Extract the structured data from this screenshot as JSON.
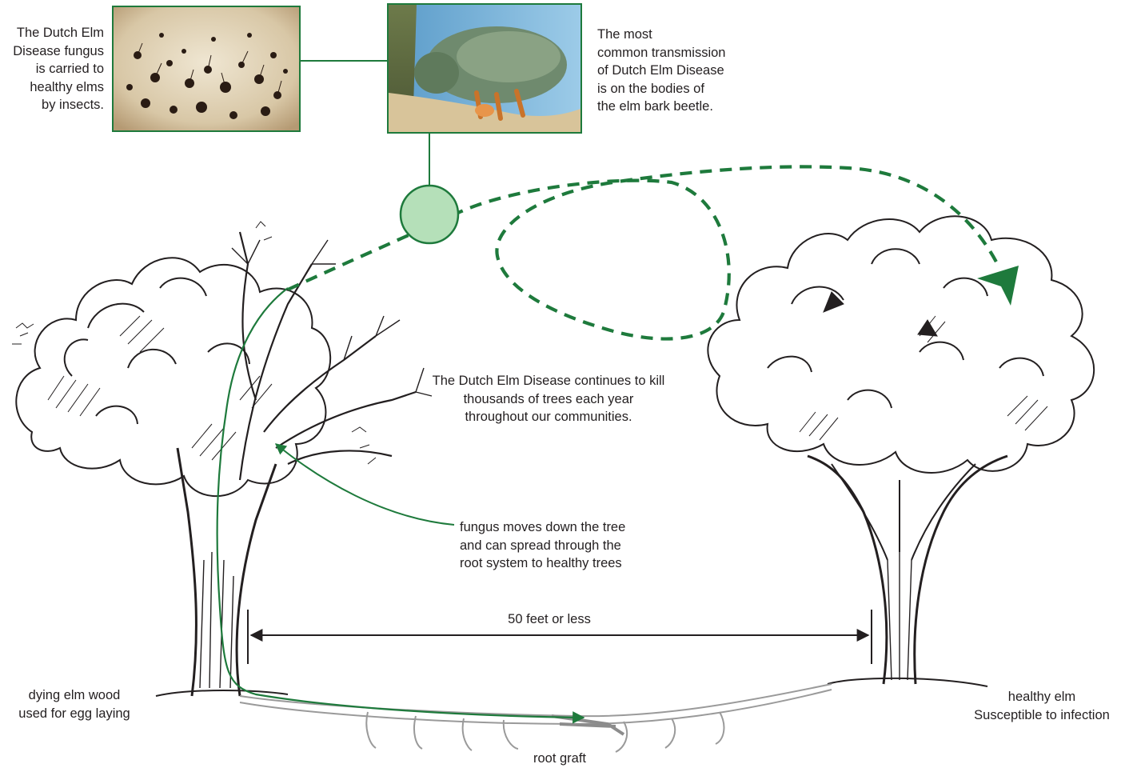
{
  "top_left_caption": [
    "The Dutch Elm",
    "Disease fungus",
    "is carried to",
    "healthy elms",
    "by insects."
  ],
  "top_right_caption": [
    "The most",
    "common transmission",
    "of Dutch Elm Disease",
    "is on the bodies of",
    "the elm bark beetle."
  ],
  "center_caption": [
    "The Dutch Elm Disease continues to kill",
    "thousands of trees each year",
    "throughout our communities."
  ],
  "fungus_caption": [
    "fungus moves down the tree",
    "and can spread through the",
    "root system to healthy trees"
  ],
  "distance_label": "50 feet or less",
  "left_tree_caption": [
    "dying elm wood",
    "used for egg laying"
  ],
  "right_tree_caption": [
    "healthy elm",
    "Susceptible to infection"
  ],
  "root_label": "root graft",
  "colors": {
    "accent_green": "#1e7a3c",
    "circle_fill": "#b5e0b9",
    "root_gray": "#9a9a9a",
    "text": "#231f20"
  },
  "icons": {
    "fungus_photo": "fungus-photo",
    "beetle_photo": "beetle-photo",
    "dying_tree": "dying-elm-tree",
    "healthy_tree": "healthy-elm-tree"
  }
}
